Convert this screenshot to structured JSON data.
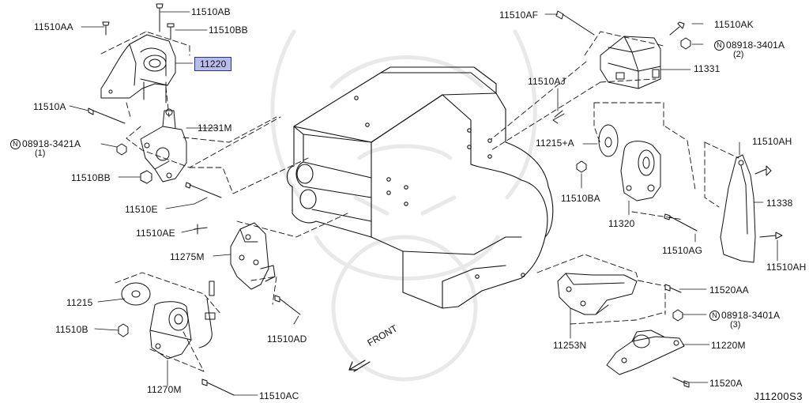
{
  "parts": {
    "p11510AA": "11510AA",
    "p11510AB": "11510AB",
    "p11510BB_top": "11510BB",
    "p11220": "11220",
    "p11510A": "11510A",
    "p11231M": "11231M",
    "p08918_3421A": "08918-3421A",
    "p08918_3421A_qty": "(1)",
    "p11510BB": "11510BB",
    "p11510E": "11510E",
    "p11510AE": "11510AE",
    "p11275M": "11275M",
    "p11215": "11215",
    "p11510B": "11510B",
    "p11270M": "11270M",
    "p11510AC": "11510AC",
    "p11510AD": "11510AD",
    "p11510AF": "11510AF",
    "p11510AK": "11510AK",
    "p08918_3401A_1": "08918-3401A",
    "p08918_3401A_1_qty": "(2)",
    "p11331": "11331",
    "p11510AJ": "11510AJ",
    "p11215A": "11215+A",
    "p11510BA": "11510BA",
    "p11320": "11320",
    "p11510AH_1": "11510AH",
    "p11338": "11338",
    "p11510AG": "11510AG",
    "p11510AH_2": "11510AH",
    "p11520AA": "11520AA",
    "p08918_3401A_2": "08918-3401A",
    "p08918_3401A_2_qty": "(3)",
    "p11220M": "11220M",
    "p11253N": "11253N",
    "p11520A": "11520A"
  },
  "nut_symbol": "N",
  "front_label": "FRONT",
  "diagram_code": "J11200S3",
  "highlight_color": "#b9bce8",
  "highlight_border_color": "#2a2f9a"
}
